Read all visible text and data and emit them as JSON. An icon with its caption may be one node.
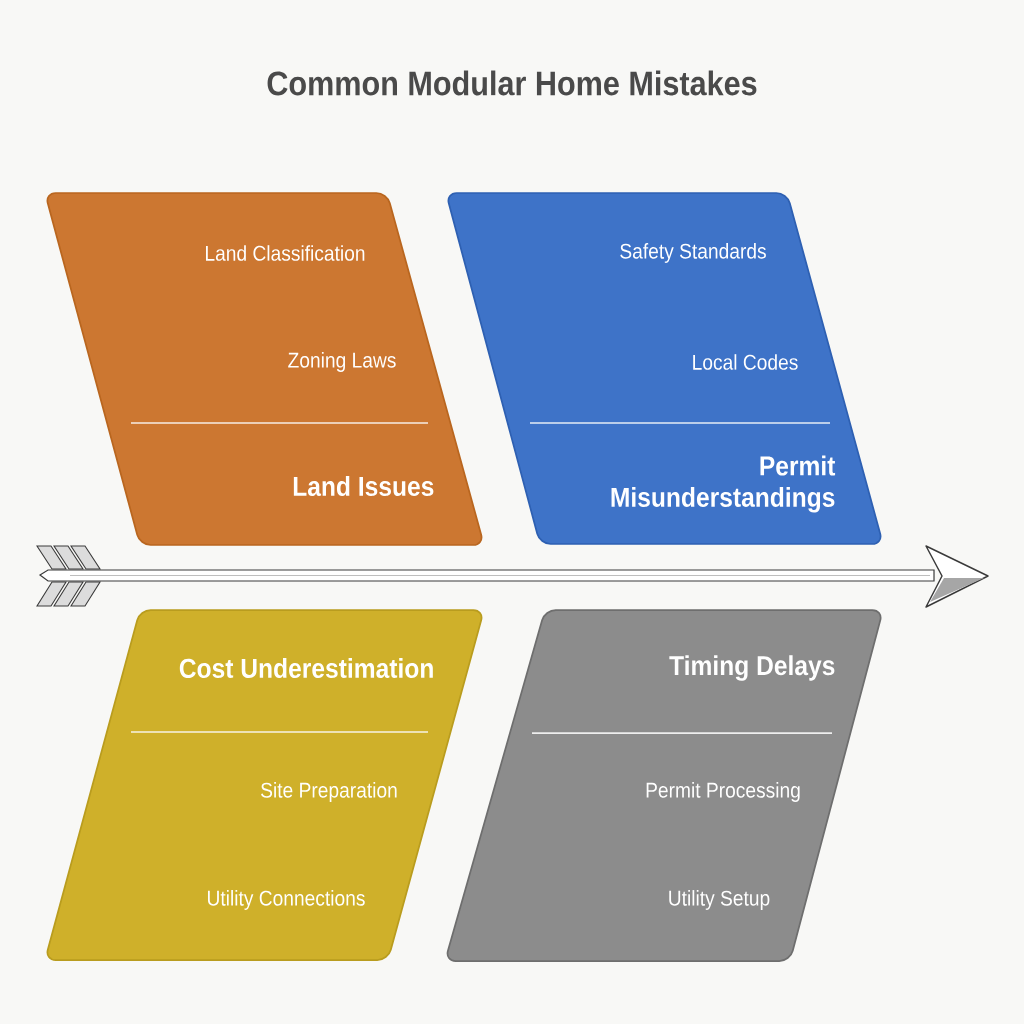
{
  "diagram": {
    "title": "Common Modular Home Mistakes",
    "nodes": [
      {
        "text": [
          "Land Classification",
          "Zoning Laws",
          "Land Issues"
        ]
      },
      {
        "text": [
          "Safety Standards",
          "Local Codes",
          "Permit Misunderstandings"
        ]
      },
      {
        "text": [
          "Cost Underestimation",
          "Site Preparation",
          "Utility Connections"
        ]
      },
      {
        "text": [
          "Timing Delays",
          "Permit Processing",
          "Utility Setup"
        ]
      }
    ]
  }
}
